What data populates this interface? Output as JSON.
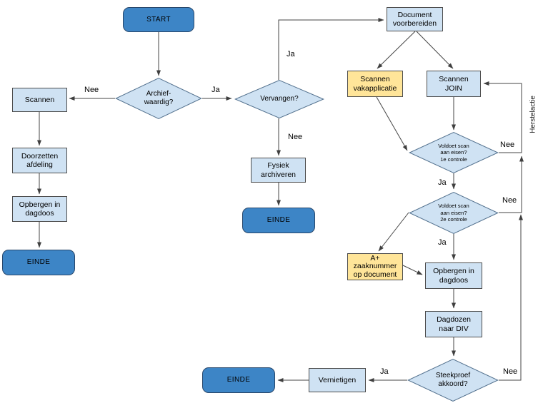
{
  "diagram": {
    "nodes": {
      "start": "START",
      "archiefwaardig": "Archief-\nwaardig?",
      "scannen": "Scannen",
      "doorzetten_afdeling": "Doorzetten\nafdeling",
      "opbergen_dagdoos_links": "Opbergen in\ndagdoos",
      "einde_links": "EINDE",
      "vervangen": "Vervangen?",
      "fysiek_archiveren": "Fysiek\narchiveren",
      "einde_midden": "EINDE",
      "document_voorbereiden": "Document\nvoorbereiden",
      "scannen_vakapplicatie": "Scannen\nvakapplicatie",
      "scannen_join": "Scannen\nJOIN",
      "controle1": "Voldoet scan\naan eisen?\n1e controle",
      "controle2": "Voldoet scan\naan eisen?\n2e controle",
      "aplus_zaaknummer": "A+\nzaaknummer\nop document",
      "opbergen_dagdoos_rechts": "Opbergen in\ndagdoos",
      "dagdozen_naar_div": "Dagdozen\nnaar DIV",
      "steekproef": "Steekproef\nakkoord?",
      "vernietigen": "Vernietigen",
      "einde_rechts": "EINDE"
    },
    "edge_labels": {
      "archief_nee": "Nee",
      "archief_ja": "Ja",
      "vervangen_ja": "Ja",
      "vervangen_nee": "Nee",
      "controle1_ja": "Ja",
      "controle1_nee": "Nee",
      "controle2_ja": "Ja",
      "controle2_nee": "Nee",
      "steekproef_ja": "Ja",
      "steekproef_nee": "Nee",
      "herstelactie": "Herstelactie"
    },
    "colors": {
      "terminal_fill": "#3d85c6",
      "process_fill": "#cfe2f3",
      "highlight_fill": "#ffe599",
      "connector": "#454545"
    }
  }
}
